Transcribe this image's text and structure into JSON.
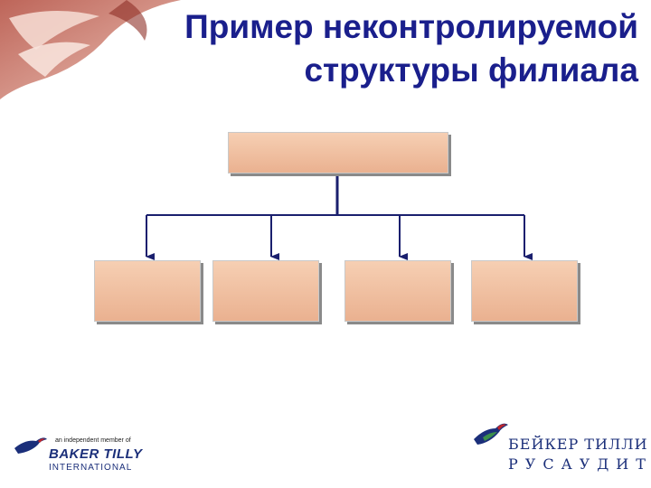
{
  "slide": {
    "title_line1": "Пример неконтролируемой",
    "title_line2": "структуры филиала"
  },
  "diagram": {
    "root_label": "",
    "children": [
      "",
      "",
      "",
      ""
    ]
  },
  "logos": {
    "left": {
      "tagline_pre": "an independent member of",
      "name": "BAKER TILLY",
      "sub": "INTERNATIONAL"
    },
    "right": {
      "line1": "БЕЙКЕР ТИЛЛИ",
      "line2": "РУСАУДИТ"
    }
  },
  "colors": {
    "title": "#1a1f8c",
    "box_fill": "#f2c3a4",
    "connector": "#1a1f6e",
    "corner_accent": "#a33a2e"
  }
}
